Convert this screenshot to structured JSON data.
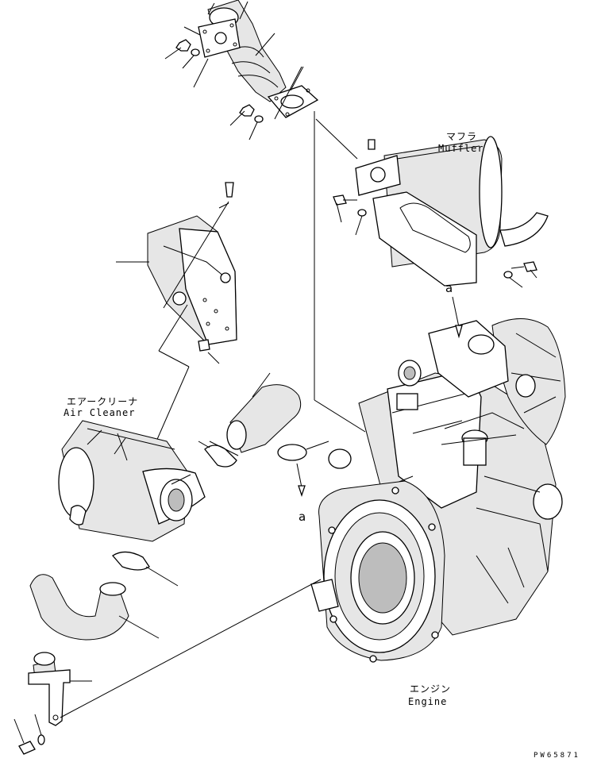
{
  "labels": {
    "muffler_jp": "マフラ",
    "muffler_en": "Muffler",
    "aircleaner_jp": "エアークリーナ",
    "aircleaner_en": "Air Cleaner",
    "engine_jp": "エンジン",
    "engine_en": "Engine",
    "ref_a_top": "a",
    "ref_a_mid": "a",
    "drawing_code": "PW65871"
  }
}
